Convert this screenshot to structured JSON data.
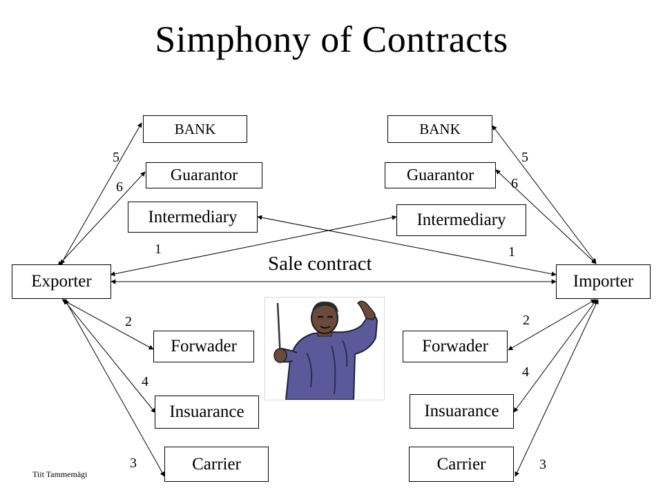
{
  "title": "Simphony of Contracts",
  "credit": "Tiit Tammemägi",
  "sale_contract": "Sale contract",
  "left": {
    "exporter": "Exporter",
    "bank": "BANK",
    "guarantor": "Guarantor",
    "intermediary": "Intermediary",
    "forwarder": "Forwader",
    "insurance": "Insuarance",
    "carrier": "Carrier",
    "num_bank": "5",
    "num_guarantor": "6",
    "num_intermediary": "1",
    "num_forwarder": "2",
    "num_insurance": "4",
    "num_carrier": "3"
  },
  "right": {
    "importer": "Importer",
    "bank": "BANK",
    "guarantor": "Guarantor",
    "intermediary": "Intermediary",
    "forwarder": "Forwader",
    "insurance": "Insuarance",
    "carrier": "Carrier",
    "num_bank": "5",
    "num_guarantor": "6",
    "num_intermediary": "1",
    "num_forwarder": "2",
    "num_insurance": "4",
    "num_carrier": "3"
  },
  "colors": {
    "line": "#000000",
    "shirt": "#5a5a9a",
    "skin": "#6b4a3a"
  }
}
